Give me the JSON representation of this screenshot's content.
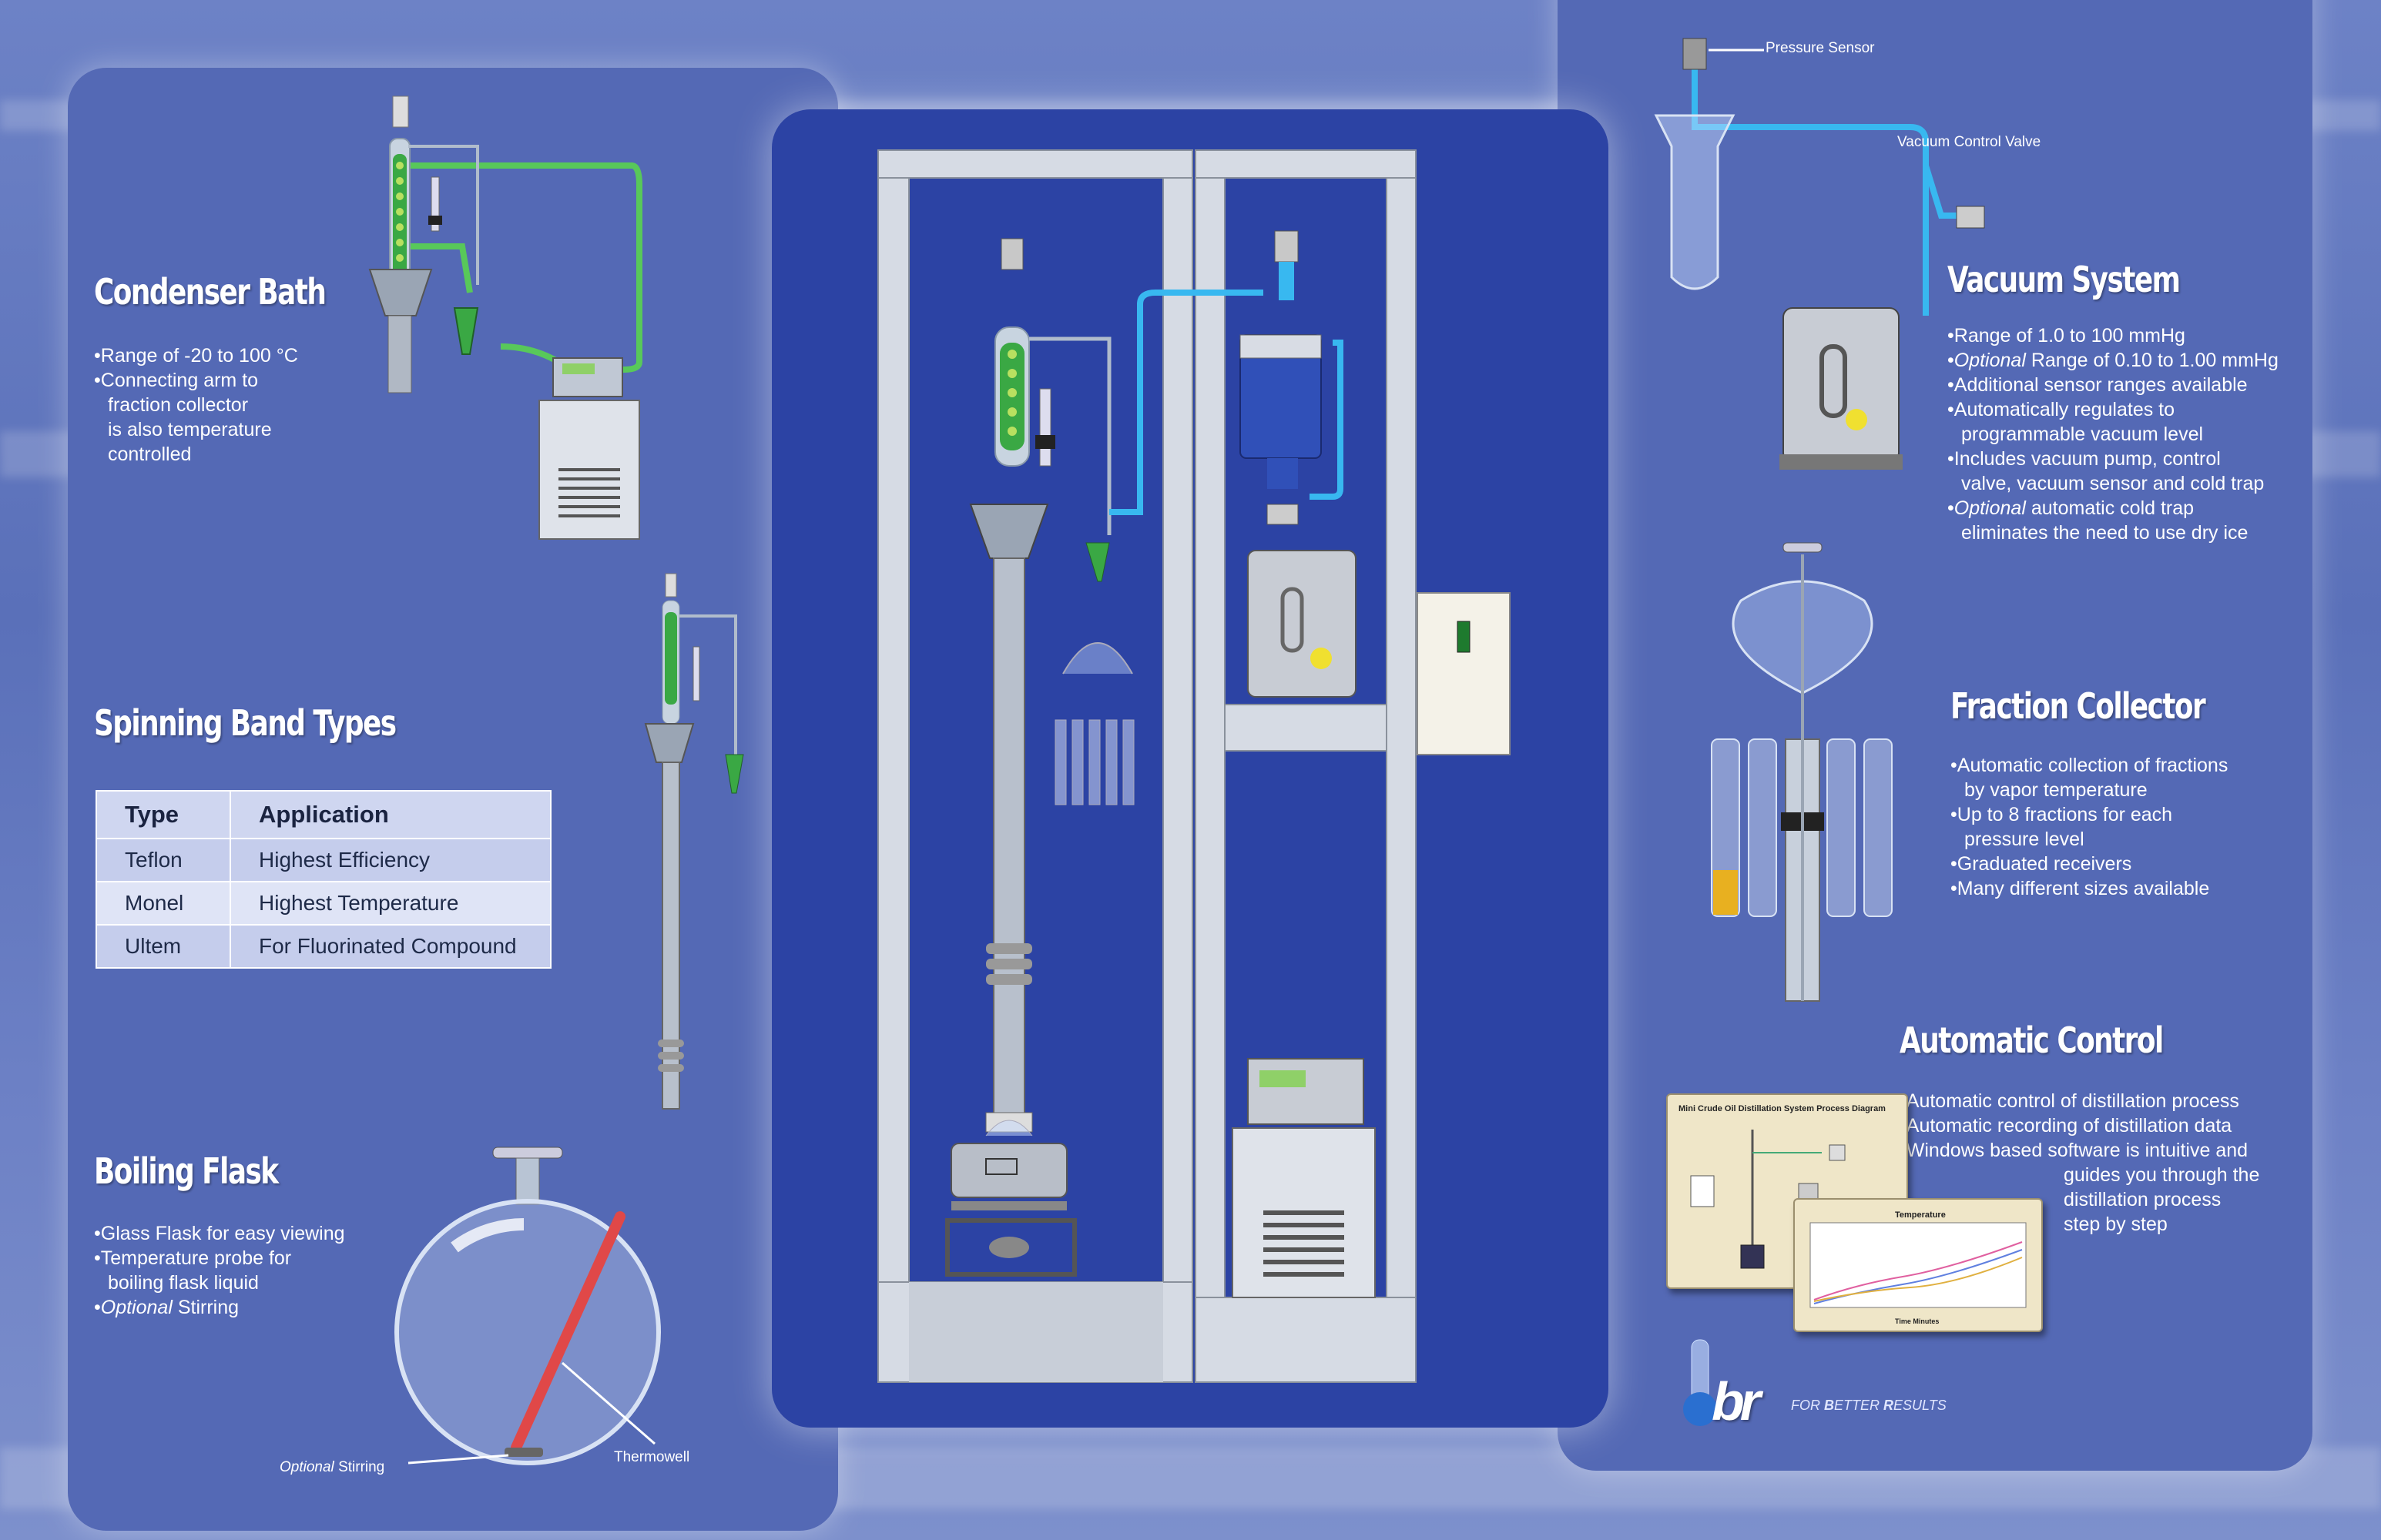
{
  "condenser_bath": {
    "heading": "Condenser Bath",
    "bullets": [
      "Range of -20 to 100 °C",
      "Connecting arm to",
      "fraction collector",
      "is also temperature",
      "controlled"
    ]
  },
  "spinning_band": {
    "heading": "Spinning Band Types",
    "table": {
      "headers": [
        "Type",
        "Application"
      ],
      "rows": [
        [
          "Teflon",
          "Highest Efficiency"
        ],
        [
          "Monel",
          "Highest Temperature"
        ],
        [
          "Ultem",
          "For Fluorinated Compound"
        ]
      ]
    }
  },
  "boiling_flask": {
    "heading": "Boiling Flask",
    "bullets": [
      "Glass Flask for easy viewing",
      "Temperature probe for",
      "boiling flask liquid",
      "Stirring"
    ],
    "optional_word": "Optional",
    "label_stirring": "Stirring",
    "label_thermowell": "Thermowell"
  },
  "vacuum_system": {
    "label_pressure_sensor": "Pressure Sensor",
    "label_vacuum_valve": "Vacuum Control Valve",
    "heading": "Vacuum System",
    "bullets": [
      "Range of 1.0 to 100 mmHg",
      "Range of 0.10 to 1.00 mmHg",
      "Additional sensor ranges available",
      "Automatically regulates to",
      "programmable vacuum level",
      "Includes vacuum pump, control",
      "valve, vacuum sensor and cold trap",
      "automatic cold trap",
      "eliminates the need to use dry ice"
    ],
    "optional_word": "Optional"
  },
  "fraction_collector": {
    "heading": "Fraction Collector",
    "bullets": [
      "Automatic collection of fractions",
      "by vapor temperature",
      "Up to 8 fractions for each",
      "pressure level",
      "Graduated receivers",
      "Many different sizes available"
    ]
  },
  "automatic_control": {
    "heading": "Automatic Control",
    "bullets": [
      "Automatic control of distillation process",
      "Automatic recording of distillation data",
      "Windows based software is intuitive and",
      "guides you through the",
      "distillation process",
      "step by step"
    ],
    "screen1_title": "Mini Crude Oil Distillation System Process Diagram",
    "screen2_title": "Temperature",
    "screen2_xlabel": "Time Minutes"
  },
  "logo": {
    "text": "br",
    "tagline_prefix": "FOR ",
    "tagline_b": "B",
    "tagline_mid": "ETTER ",
    "tagline_r": "R",
    "tagline_end": "ESULTS"
  },
  "colors": {
    "background": "#6479c0",
    "panel": "#5469b5",
    "center_panel": "#2c43a4",
    "vacuum_line": "#38b8f0",
    "coolant_line": "#58c85a",
    "thermowell": "#e04848"
  }
}
